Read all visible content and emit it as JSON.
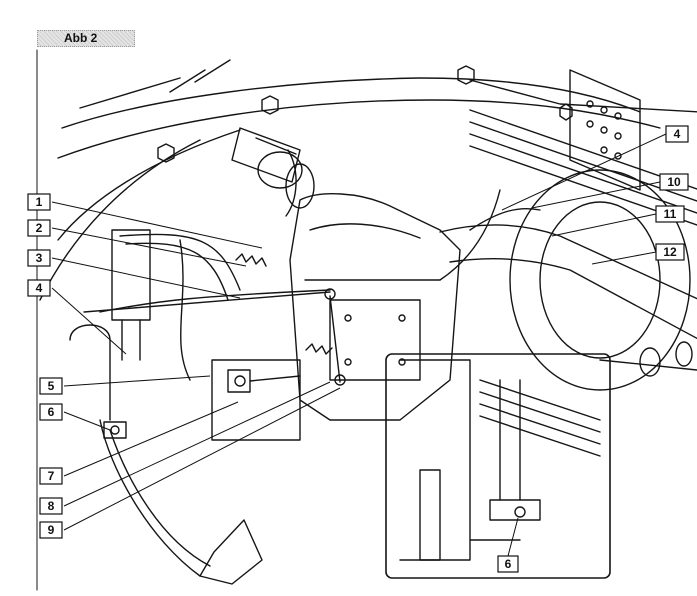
{
  "figure": {
    "label": "Abb 2"
  },
  "callouts": [
    {
      "id": "c1",
      "text": "1"
    },
    {
      "id": "c2",
      "text": "2"
    },
    {
      "id": "c3",
      "text": "3"
    },
    {
      "id": "c4l",
      "text": "4"
    },
    {
      "id": "c5",
      "text": "5"
    },
    {
      "id": "c6l",
      "text": "6"
    },
    {
      "id": "c7",
      "text": "7"
    },
    {
      "id": "c8",
      "text": "8"
    },
    {
      "id": "c9",
      "text": "9"
    },
    {
      "id": "c4r",
      "text": "4"
    },
    {
      "id": "c10",
      "text": "10"
    },
    {
      "id": "c11",
      "text": "11"
    },
    {
      "id": "c12",
      "text": "12"
    },
    {
      "id": "c6i",
      "text": "6"
    }
  ]
}
